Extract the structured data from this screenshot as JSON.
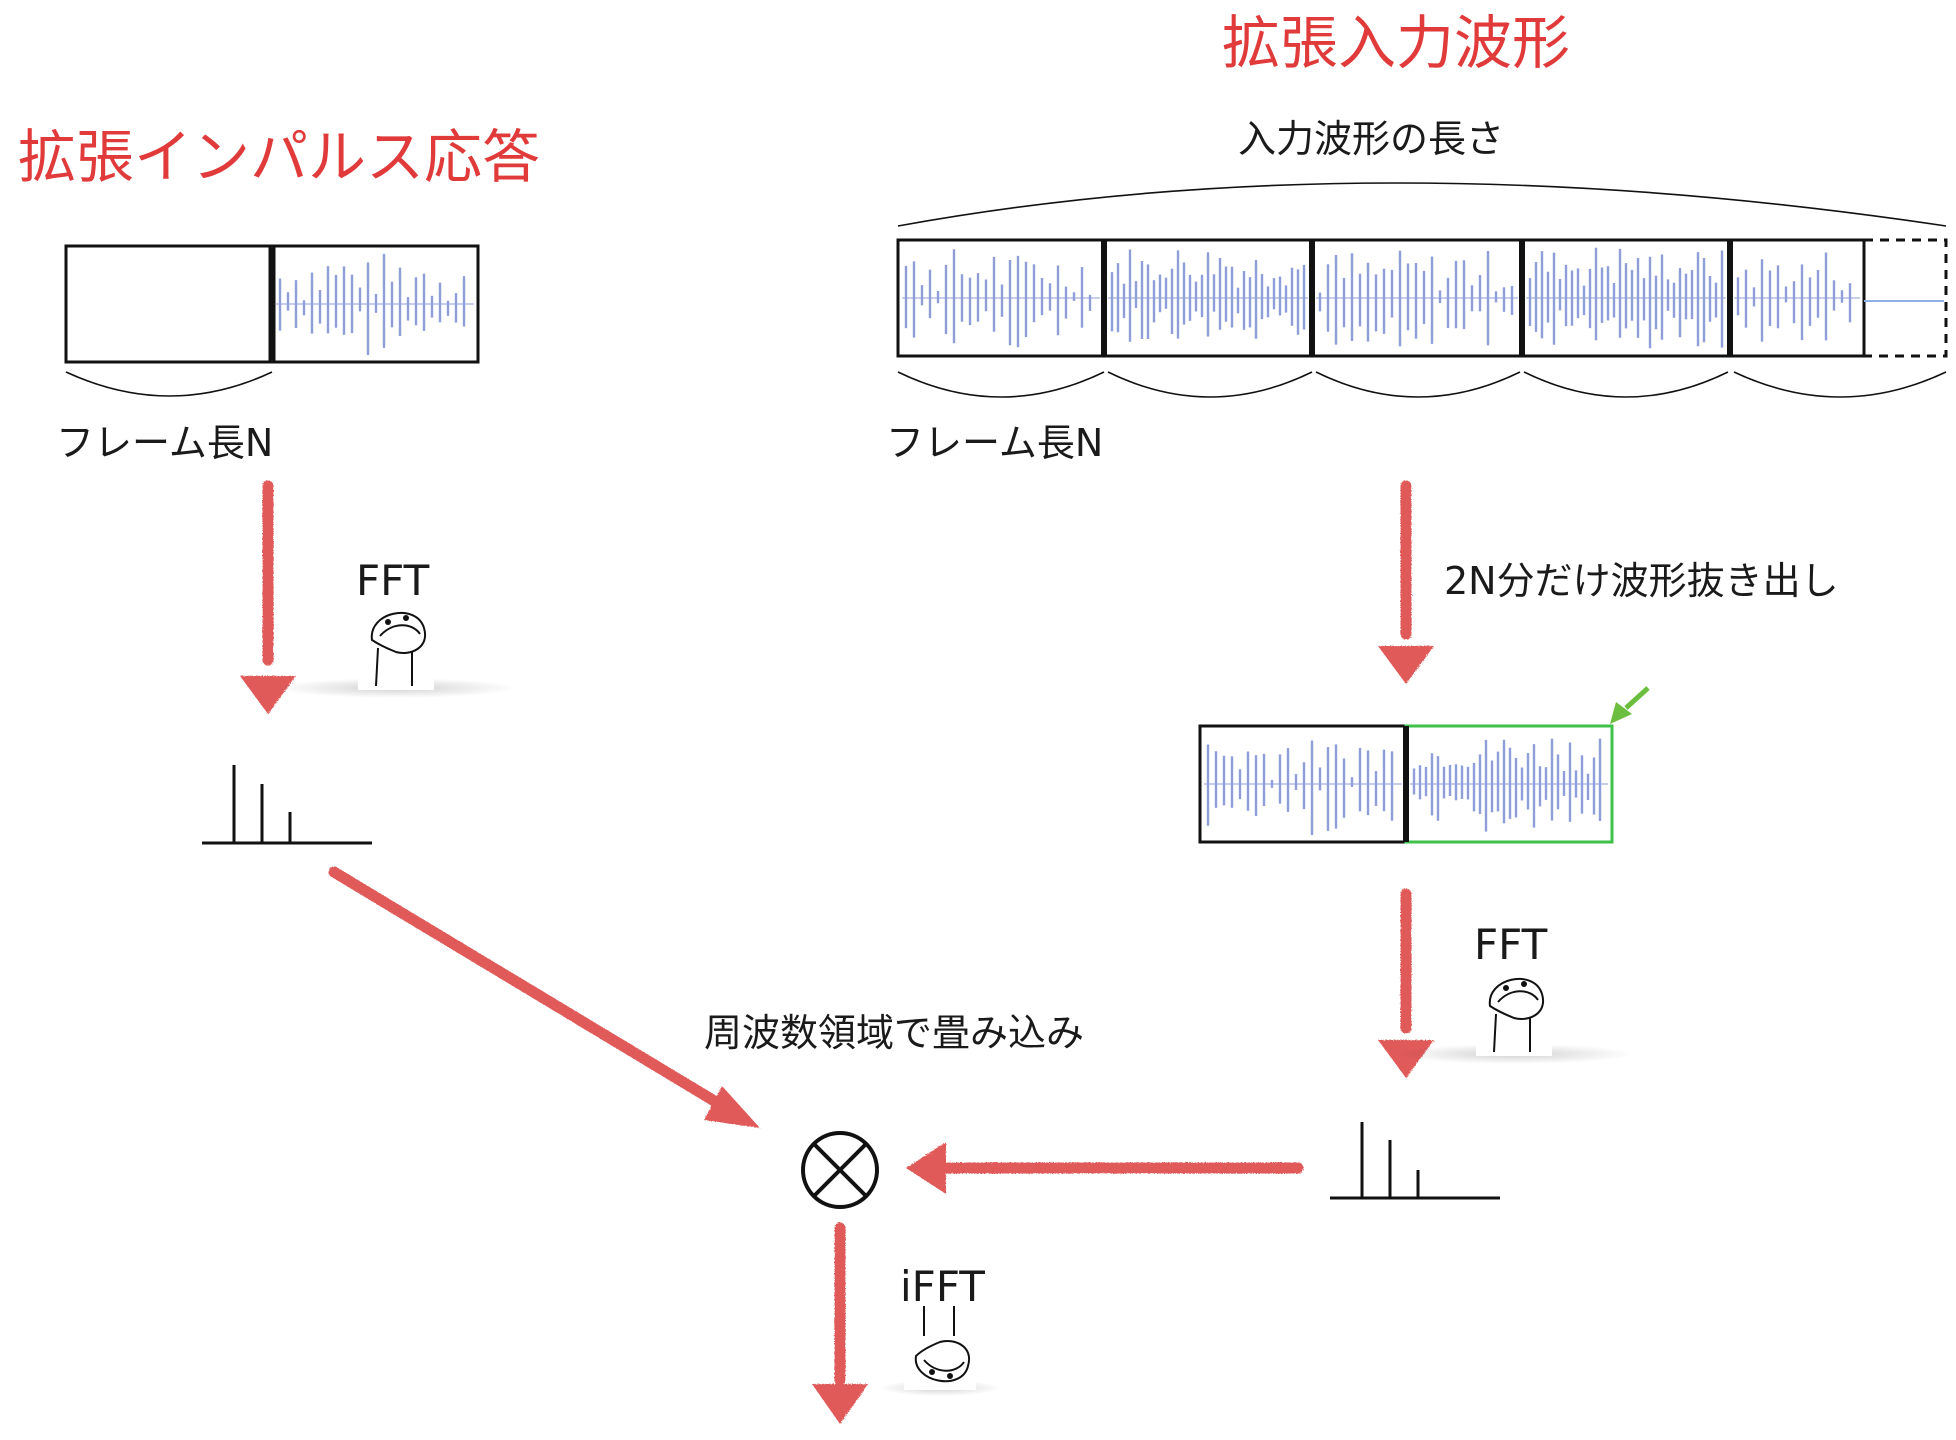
{
  "impulse": {
    "title": "拡張インパルス応答",
    "frame_label": "フレーム長N",
    "fft_label": "FFT"
  },
  "input": {
    "title": "拡張入力波形",
    "length_label": "入力波形の長さ",
    "frame_label": "フレーム長N",
    "extract_label": "2N分だけ波形抜き出し",
    "fft_label": "FFT"
  },
  "convolution": {
    "label": "周波数領域で畳み込み",
    "ifft_label": "iFFT"
  },
  "colors": {
    "title": "#e03a3a",
    "arrow": "#e05a5a",
    "waveform": "#8f9ed8",
    "highlight": "#3ec24a",
    "pointer": "#6cbf3e",
    "outline": "#111111"
  },
  "icons": [
    "fft-character-icon",
    "ifft-character-icon",
    "multiply-circle-icon",
    "spectrum-icon"
  ]
}
